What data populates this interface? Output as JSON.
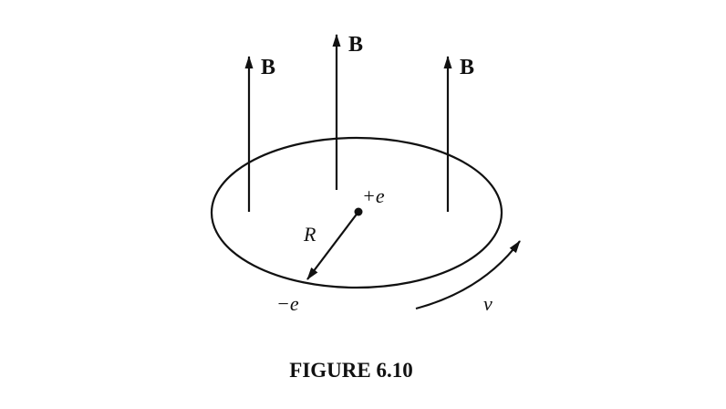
{
  "field_label": "B",
  "labels": {
    "positive_charge": "+e",
    "negative_charge": "−e",
    "radius": "R",
    "velocity": "v"
  },
  "caption": "FIGURE 6.10"
}
